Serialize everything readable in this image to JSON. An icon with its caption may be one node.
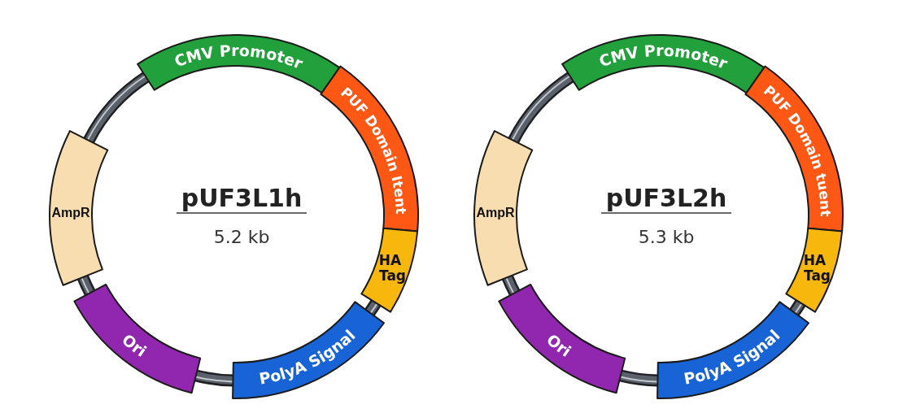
{
  "diagram": {
    "nodes": [
      {
        "text": [
          "pUF3L1h",
          "5.2 kb"
        ]
      },
      {
        "text": [
          "CMV Promoter"
        ]
      },
      {
        "text": [
          "PUF Domain Itent"
        ]
      },
      {
        "text": [
          "HA Tag"
        ]
      },
      {
        "text": [
          "PolyA Signal"
        ]
      },
      {
        "text": [
          "Ori"
        ]
      },
      {
        "text": [
          "AmpR"
        ]
      },
      {
        "text": [
          "pUF3L2h",
          "5.3 kb"
        ]
      },
      {
        "text": [
          "CMV Promoter"
        ]
      },
      {
        "text": [
          "PUF Domain tuent"
        ]
      },
      {
        "text": [
          "HA Tag"
        ]
      },
      {
        "text": [
          "PolyA Signal"
        ]
      },
      {
        "text": [
          "Ori"
        ]
      },
      {
        "text": [
          "AmpR"
        ]
      }
    ]
  }
}
